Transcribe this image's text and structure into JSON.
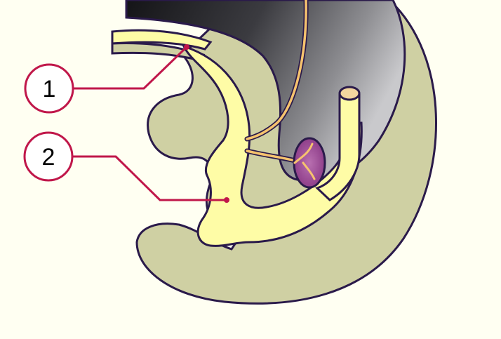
{
  "labels": [
    {
      "id": "1",
      "text": "1"
    },
    {
      "id": "2",
      "text": "2"
    }
  ],
  "colors": {
    "background": "#fffff2",
    "outer_tissue": "#cfd0a3",
    "inner_layer": "#fefca6",
    "dark_cavity_dark": "#1f1f22",
    "dark_cavity_light": "#bdbdbd",
    "outline": "#2a1a4a",
    "nerve": "#f6c36e",
    "ganglion": "#a64a9b",
    "leader_line": "#c0174a"
  }
}
